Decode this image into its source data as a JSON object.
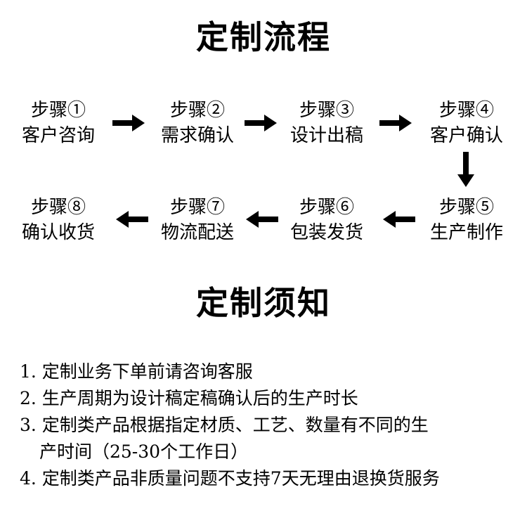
{
  "titles": {
    "process": "定制流程",
    "notes": "定制须知"
  },
  "steps": [
    {
      "label": "步骤①",
      "desc": "客户咨询"
    },
    {
      "label": "步骤②",
      "desc": "需求确认"
    },
    {
      "label": "步骤③",
      "desc": "设计出稿"
    },
    {
      "label": "步骤④",
      "desc": "客户确认"
    },
    {
      "label": "步骤⑤",
      "desc": "生产制作"
    },
    {
      "label": "步骤⑥",
      "desc": "包装发货"
    },
    {
      "label": "步骤⑦",
      "desc": "物流配送"
    },
    {
      "label": "步骤⑧",
      "desc": "确认收货"
    }
  ],
  "notes": [
    "1. 定制业务下单前请咨询客服",
    "2. 生产周期为设计稿定稿确认后的生产时长",
    "3. 定制类产品根据指定材质、工艺、数量有不同的生",
    "产时间（25-30个工作日）",
    "4. 定制类产品非质量问题不支持7天无理由退换货服务"
  ]
}
